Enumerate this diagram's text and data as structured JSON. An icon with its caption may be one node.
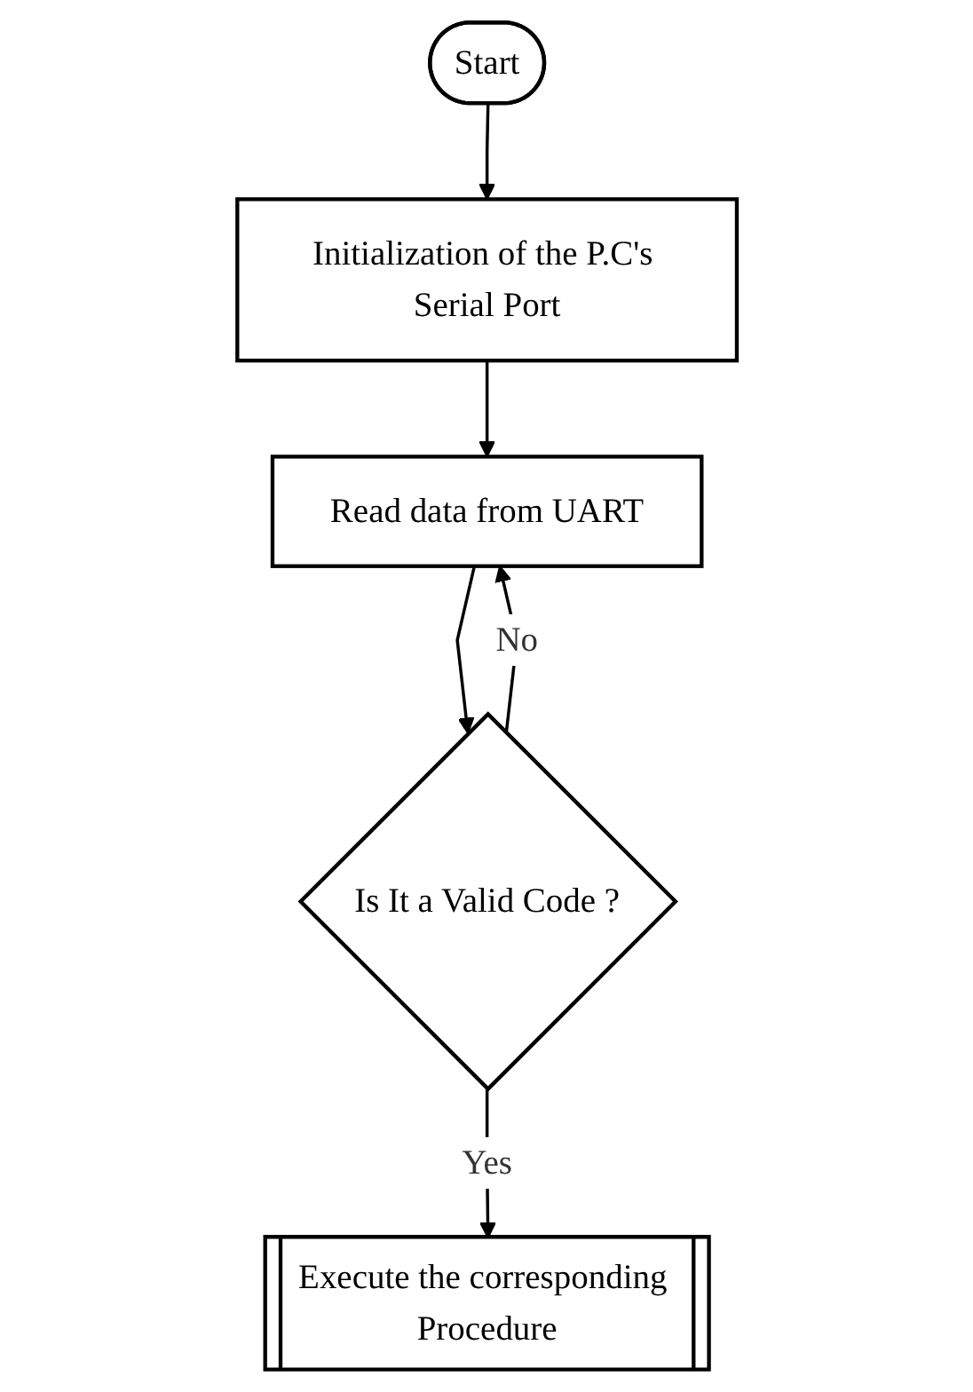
{
  "diagram": {
    "nodes": [
      {
        "text": [
          "Start"
        ]
      },
      {
        "text": [
          "Initialization of the P.C's Serial Port"
        ]
      },
      {
        "text": [
          "Read data from UART"
        ]
      },
      {
        "text": [
          "Is It a Valid Code ?"
        ]
      },
      {
        "text": [
          "Execute the corresponding Procedure"
        ]
      }
    ],
    "edges": [
      {
        "from": 0,
        "to": 1,
        "arrow": "to"
      },
      {
        "from": 1,
        "to": 2,
        "arrow": "to"
      },
      {
        "from": 2,
        "to": 3,
        "arrow": "to"
      },
      {
        "from": 3,
        "to": 2,
        "label": "No",
        "arrow": "to"
      },
      {
        "from": 3,
        "to": 4,
        "label": "Yes",
        "arrow": "to"
      }
    ]
  }
}
